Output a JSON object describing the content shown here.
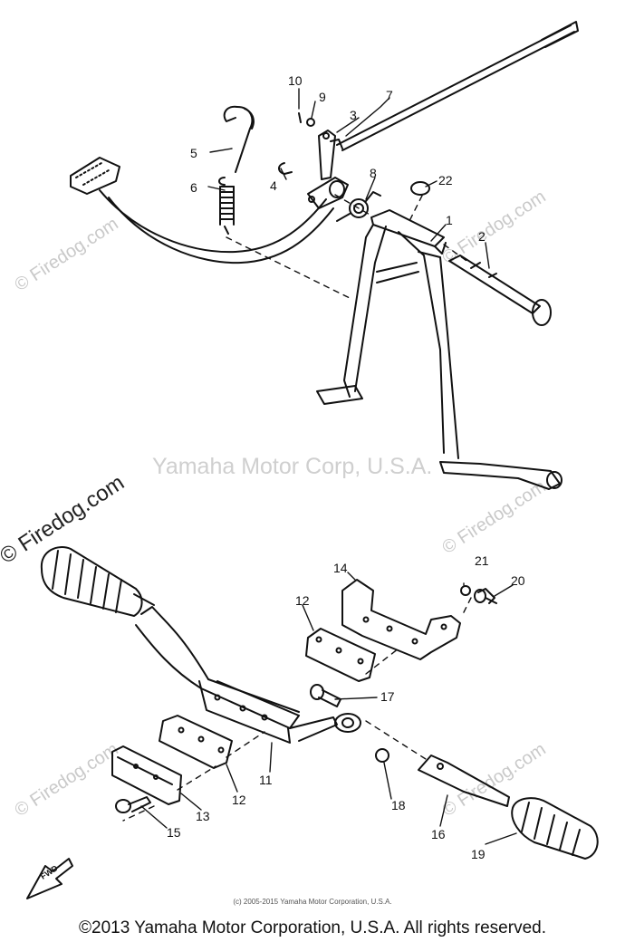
{
  "watermarks": {
    "firedog": "© Firedog.com",
    "firedog_big": "© Firedog.com",
    "yamaha_mid": "Yamaha Motor Corp, U.S.A."
  },
  "callouts": [
    "1",
    "2",
    "3",
    "4",
    "5",
    "6",
    "7",
    "8",
    "9",
    "10",
    "11",
    "12",
    "12",
    "13",
    "14",
    "15",
    "16",
    "17",
    "18",
    "19",
    "20",
    "21",
    "22"
  ],
  "fwd": "FWD",
  "copyright_small": "(c) 2005-2015 Yamaha Motor Corporation, U.S.A.",
  "copyright_main": "©2013 Yamaha Motor Corporation, U.S.A. All rights reserved."
}
